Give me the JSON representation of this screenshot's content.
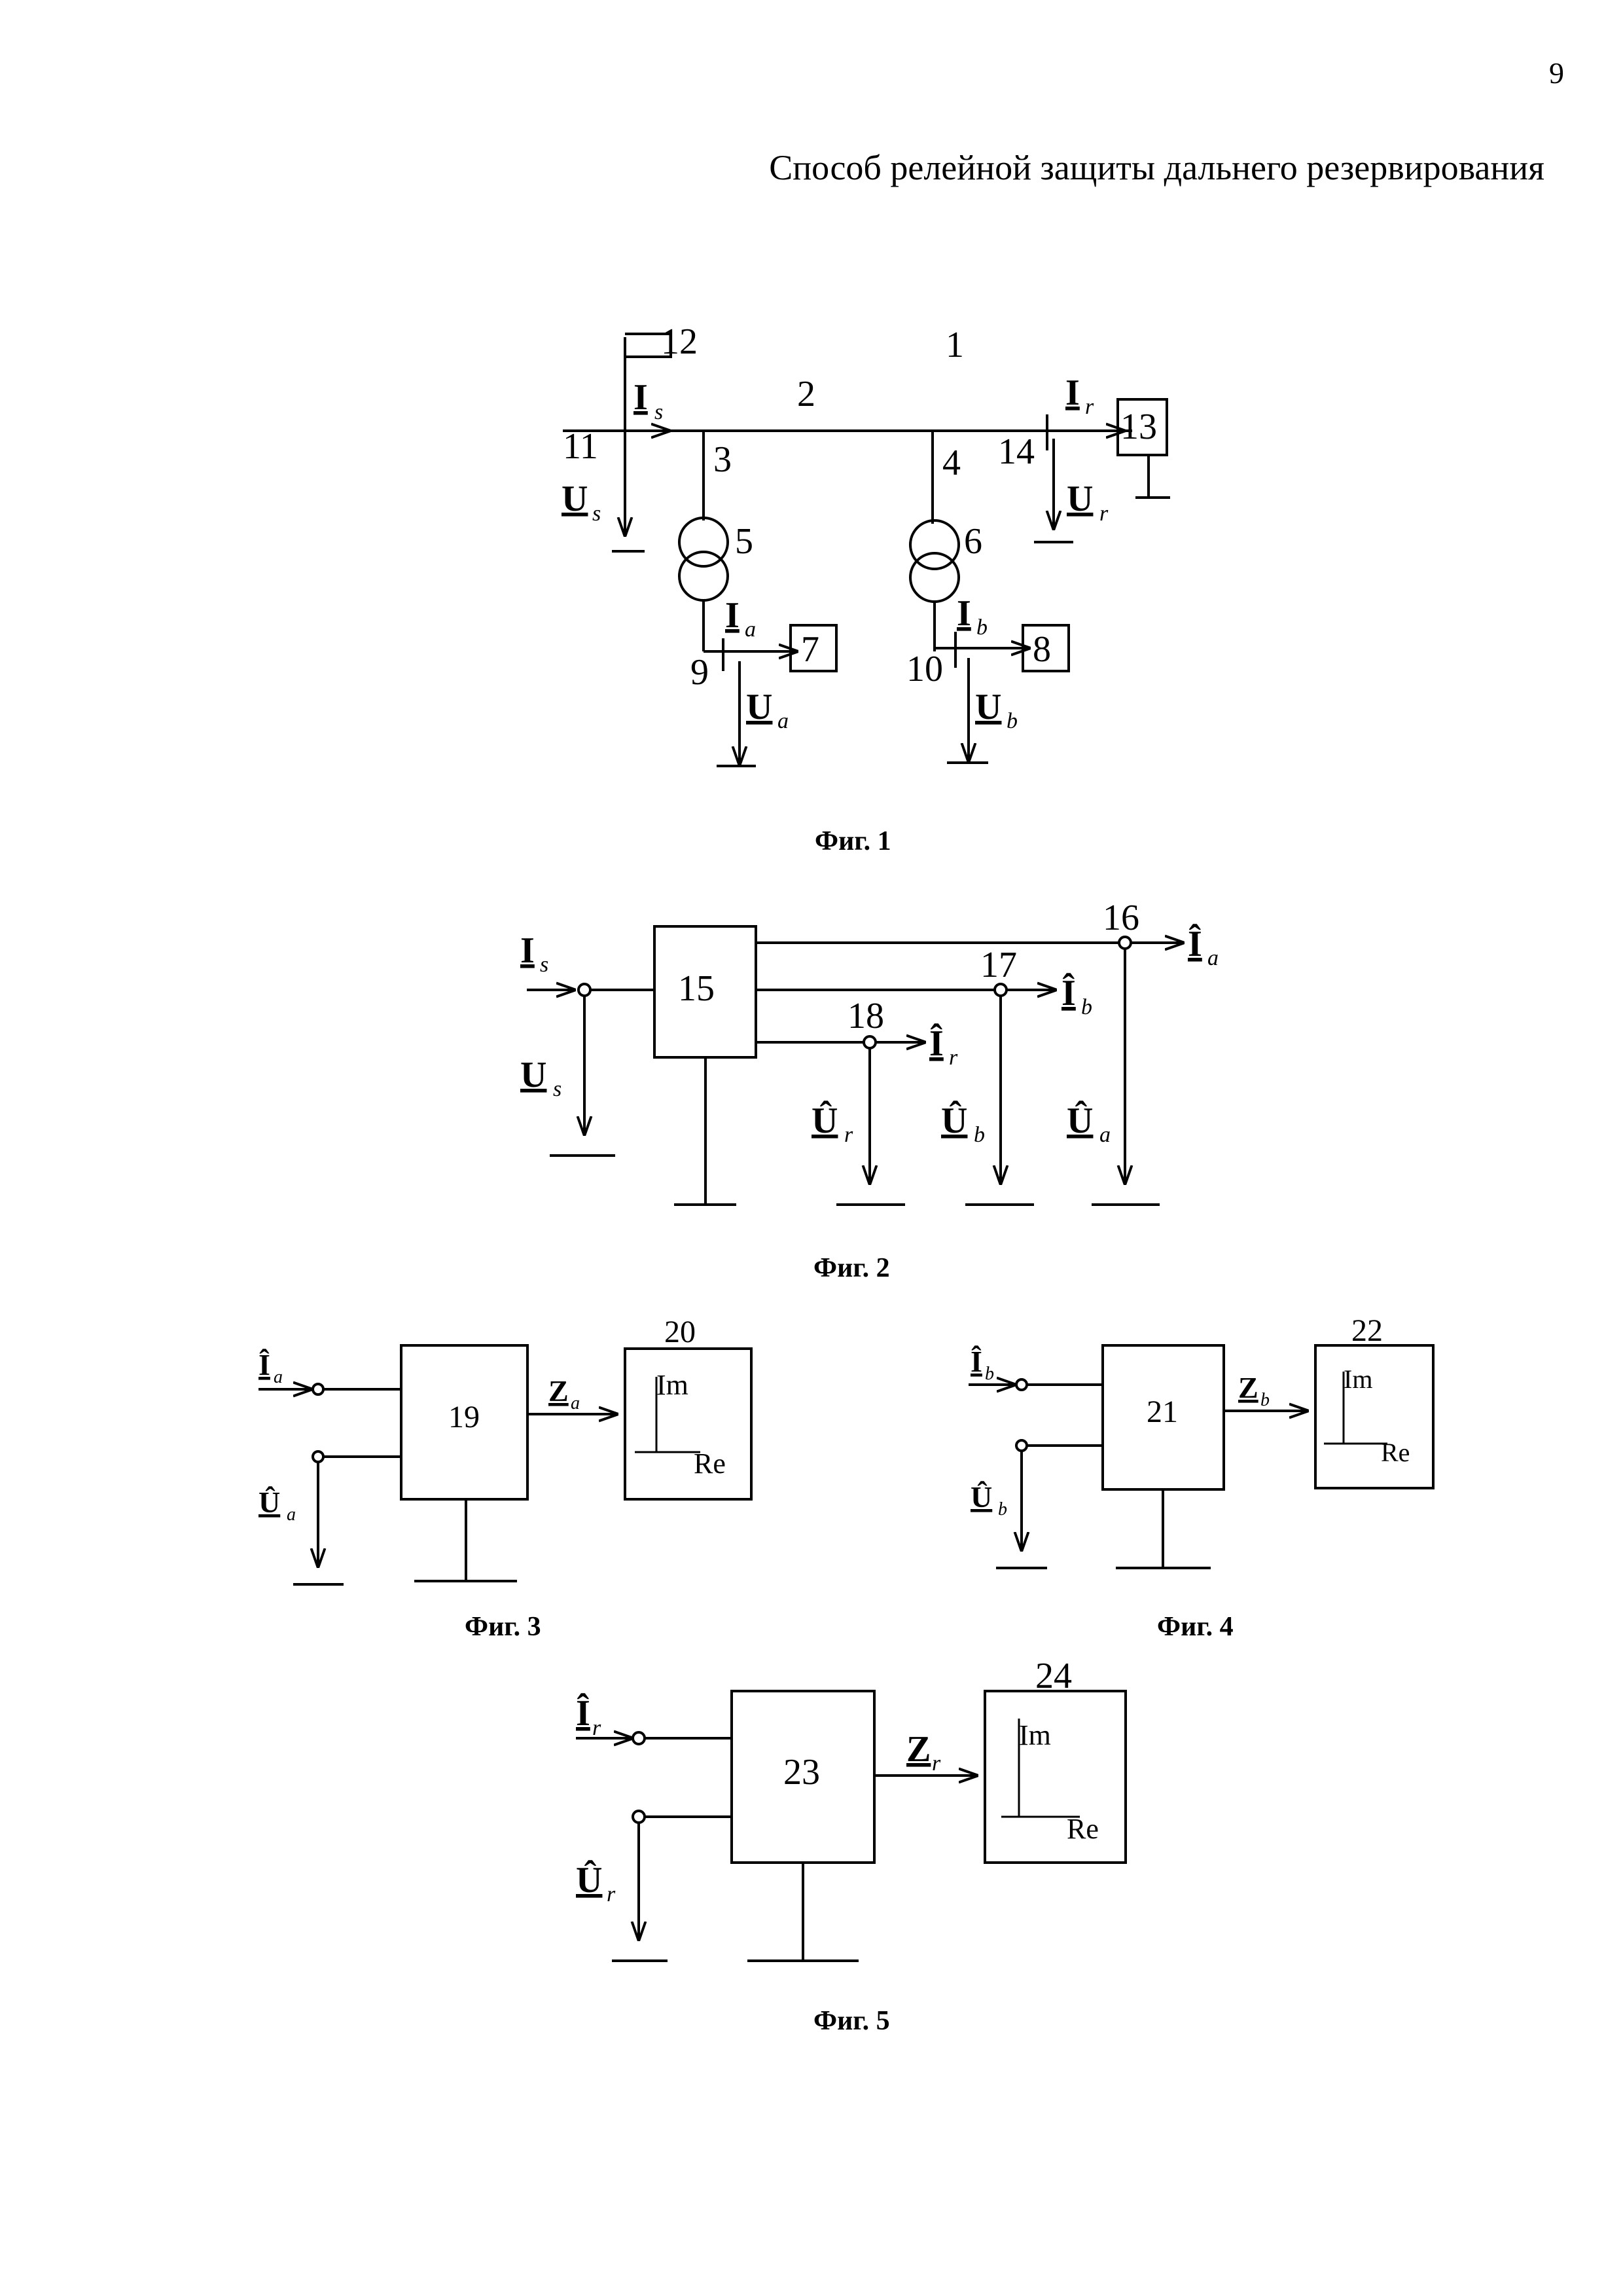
{
  "page_number": "9",
  "title": "Способ релейной защиты дальнего резервирования",
  "fig1": {
    "caption": "Фиг. 1",
    "numbers": [
      "1",
      "2",
      "3",
      "4",
      "5",
      "6",
      "7",
      "8",
      "9",
      "10",
      "11",
      "12",
      "13",
      "14"
    ],
    "symbols": {
      "Is": "I",
      "Is_sub": "s",
      "Ir": "I",
      "Ir_sub": "r",
      "Us": "U",
      "Us_sub": "s",
      "Ur": "U",
      "Ur_sub": "r",
      "Ia": "I",
      "Ia_sub": "a",
      "Ib": "I",
      "Ib_sub": "b",
      "Ua": "U",
      "Ua_sub": "a",
      "Ub": "U",
      "Ub_sub": "b"
    }
  },
  "fig2": {
    "caption": "Фиг. 2",
    "numbers": [
      "15",
      "16",
      "17",
      "18"
    ],
    "symbols": {
      "Is": "I",
      "Is_sub": "s",
      "Us": "U",
      "Us_sub": "s",
      "Ia": "Î",
      "Ia_sub": "a",
      "Ib": "Î",
      "Ib_sub": "b",
      "Ir": "Î",
      "Ir_sub": "r",
      "Ur": "Û",
      "Ur_sub": "r",
      "Ub": "Û",
      "Ub_sub": "b",
      "Ua": "Û",
      "Ua_sub": "a"
    }
  },
  "fig3": {
    "caption": "Фиг. 3",
    "numbers": [
      "19",
      "20"
    ],
    "symbols": {
      "I": "Î",
      "I_sub": "a",
      "U": "Û",
      "U_sub": "a",
      "Z": "Z",
      "Z_sub": "a"
    },
    "axes": {
      "im": "Im",
      "re": "Re"
    }
  },
  "fig4": {
    "caption": "Фиг. 4",
    "numbers": [
      "21",
      "22"
    ],
    "symbols": {
      "I": "Î",
      "I_sub": "b",
      "U": "Û",
      "U_sub": "b",
      "Z": "Z",
      "Z_sub": "b"
    },
    "axes": {
      "im": "Im",
      "re": "Re"
    }
  },
  "fig5": {
    "caption": "Фиг. 5",
    "numbers": [
      "23",
      "24"
    ],
    "symbols": {
      "I": "Î",
      "I_sub": "r",
      "U": "Û",
      "U_sub": "r",
      "Z": "Z",
      "Z_sub": "r"
    },
    "axes": {
      "im": "Im",
      "re": "Re"
    }
  }
}
